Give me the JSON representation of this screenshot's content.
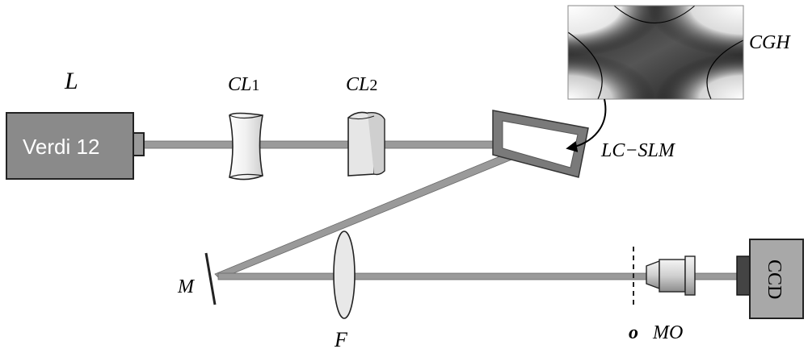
{
  "labels": {
    "laser": "L",
    "laser_model": "Verdi 12",
    "cl1_main": "CL",
    "cl1_sub": "1",
    "cl2_main": "CL",
    "cl2_sub": "2",
    "cgh": "CGH",
    "slm": "LC−SLM",
    "mirror": "M",
    "lens": "F",
    "object": "o",
    "microscope_objective": "MO",
    "ccd": "CCD"
  },
  "colors": {
    "beam": "#9a9a9a",
    "beam_edge": "#6a6a6a",
    "laser_body": "#8a8a8a",
    "slm_frame": "#7a7a7a",
    "ccd_body": "#a8a8a8"
  }
}
